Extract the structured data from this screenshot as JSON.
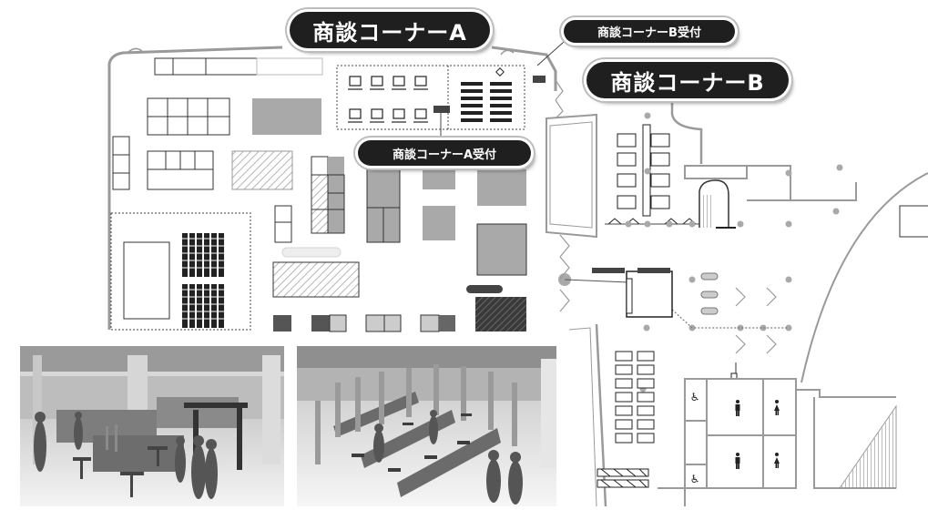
{
  "labels": {
    "corner_a": "商談コーナーA",
    "corner_b": "商談コーナーB",
    "corner_a_reception": "商談コーナーA受付",
    "corner_b_reception": "商談コーナーB受付"
  },
  "colors": {
    "label_bg": "#1f1f1f",
    "label_text": "#ffffff",
    "wall": "#9a9a9a",
    "booth_fill": "#a9a9a9",
    "booth_dark": "#4a4a4a",
    "floor": "#ffffff"
  },
  "icons": {
    "restroom_male": "male-restroom-icon",
    "restroom_female": "female-restroom-icon",
    "accessible": "wheelchair-icon"
  }
}
